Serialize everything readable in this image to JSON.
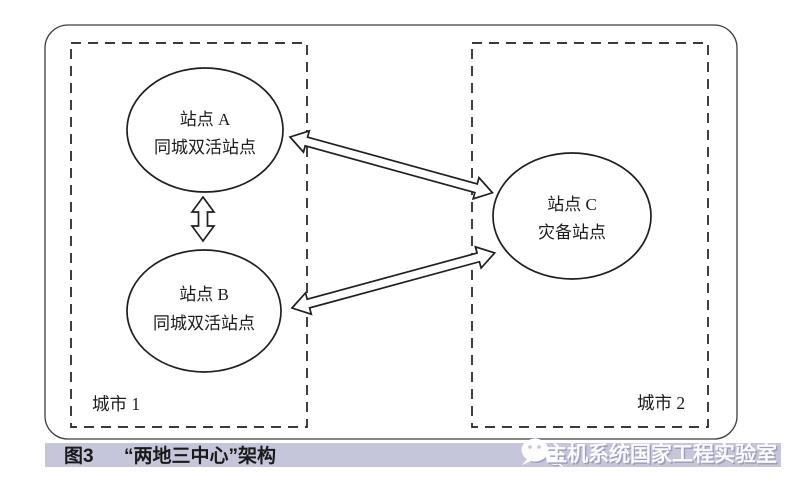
{
  "figure": {
    "caption": {
      "label": "图3",
      "title": "“两地三中心”架构"
    },
    "watermark": {
      "text": "主机系统国家工程实验室",
      "icon": "wechat-icon"
    }
  },
  "diagram": {
    "regions": [
      {
        "id": "city1",
        "label": "城市 1"
      },
      {
        "id": "city2",
        "label": "城市 2"
      }
    ],
    "nodes": [
      {
        "id": "site-a",
        "name": "站点 A",
        "role": "同城双活站点",
        "region": "city1"
      },
      {
        "id": "site-b",
        "name": "站点 B",
        "role": "同城双活站点",
        "region": "city1"
      },
      {
        "id": "site-c",
        "name": "站点 C",
        "role": "灾备站点",
        "region": "city2"
      }
    ],
    "connections": [
      {
        "from": "site-a",
        "to": "site-b",
        "bidirectional": true
      },
      {
        "from": "site-a",
        "to": "site-c",
        "bidirectional": true
      },
      {
        "from": "site-b",
        "to": "site-c",
        "bidirectional": true
      }
    ]
  },
  "colors": {
    "background": "#ffffff",
    "line": "#1f1f1f",
    "caption_bar": "#c6c6db",
    "caption_text": "#1a1a1a",
    "watermark_text": "#ffffff"
  }
}
